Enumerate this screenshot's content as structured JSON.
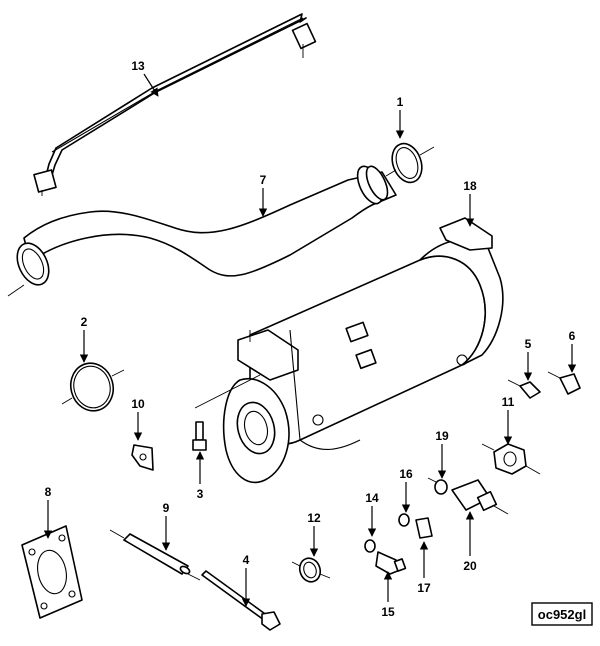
{
  "diagram": {
    "reference_code": "oc952gl",
    "callouts": [
      {
        "id": "1",
        "label": "1"
      },
      {
        "id": "2",
        "label": "2"
      },
      {
        "id": "3",
        "label": "3"
      },
      {
        "id": "4",
        "label": "4"
      },
      {
        "id": "5",
        "label": "5"
      },
      {
        "id": "6",
        "label": "6"
      },
      {
        "id": "7",
        "label": "7"
      },
      {
        "id": "8",
        "label": "8"
      },
      {
        "id": "9",
        "label": "9"
      },
      {
        "id": "10",
        "label": "10"
      },
      {
        "id": "11",
        "label": "11"
      },
      {
        "id": "12",
        "label": "12"
      },
      {
        "id": "13",
        "label": "13"
      },
      {
        "id": "14",
        "label": "14"
      },
      {
        "id": "15",
        "label": "15"
      },
      {
        "id": "16",
        "label": "16"
      },
      {
        "id": "17",
        "label": "17"
      },
      {
        "id": "18",
        "label": "18"
      },
      {
        "id": "19",
        "label": "19"
      },
      {
        "id": "20",
        "label": "20"
      }
    ]
  }
}
